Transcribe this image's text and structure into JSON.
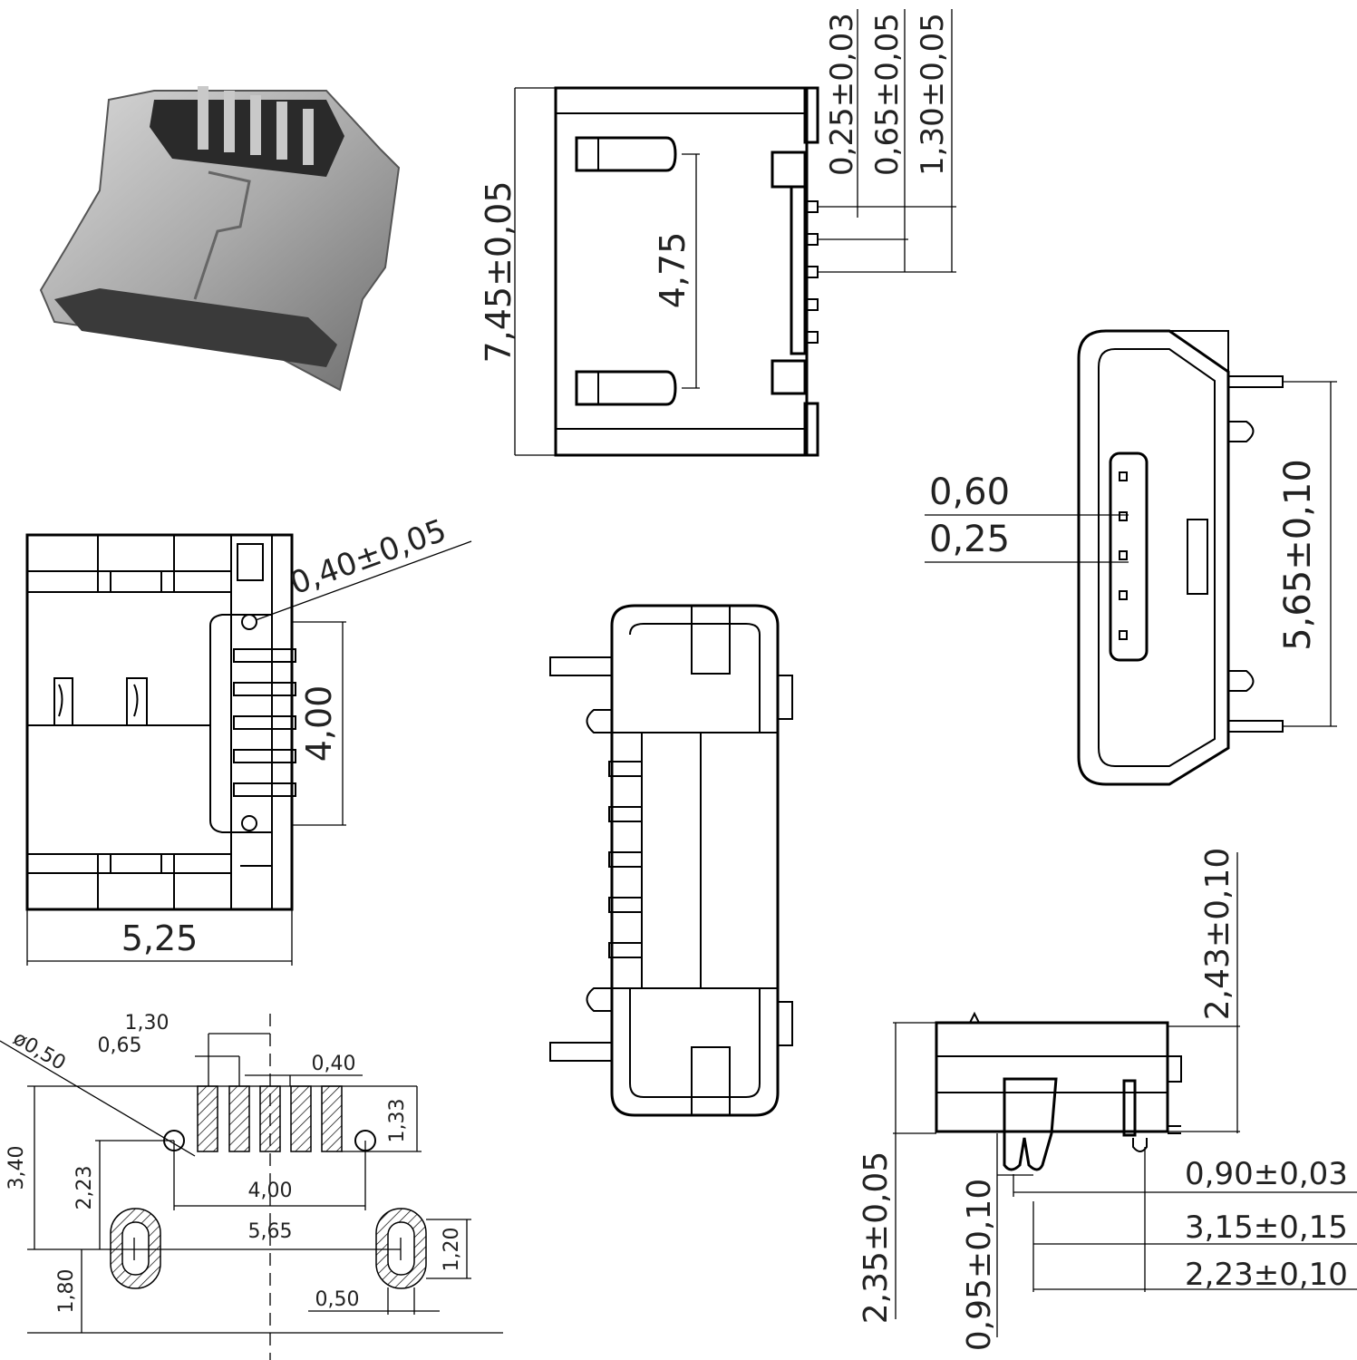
{
  "palette": {
    "ink": "#000000",
    "paper": "#ffffff",
    "metal": "#9a9a9a"
  },
  "product_photo": {
    "icon": "micro-usb-connector-photo"
  },
  "top_view": {
    "dim_length": "7,45±0,05",
    "dim_pitch": "4,75",
    "dim_a": "0,25±0,03",
    "dim_b": "0,65±0,05",
    "dim_c": "1,30±0,05"
  },
  "side_view": {
    "dim_hole": "0,40±0,05",
    "dim_span": "4,00",
    "dim_width": "5,25"
  },
  "front_view": {
    "dim_pin_a": "0,60",
    "dim_pin_b": "0,25",
    "dim_height": "5,65±0,10"
  },
  "footprint": {
    "dim_hole_dia": "ø0,50",
    "dim_pitch2": "1,30",
    "dim_pitch1": "0,65",
    "dim_pad_w": "0,40",
    "dim_pad_h": "1,33",
    "dim_total_h": "3,40",
    "dim_hole_y": "2,23",
    "dim_hole_span": "4,00",
    "dim_slot_span": "5,65",
    "dim_slot_h": "1,20",
    "dim_slot_y": "1,80",
    "dim_slot_w": "0,50"
  },
  "profile_view": {
    "dim_height": "2,43±0,10",
    "dim_body": "2,35±0,05",
    "dim_leg": "0,95±0,10",
    "dim_a": "0,90±0,03",
    "dim_b": "3,15±0,15",
    "dim_c": "2,23±0,10"
  }
}
